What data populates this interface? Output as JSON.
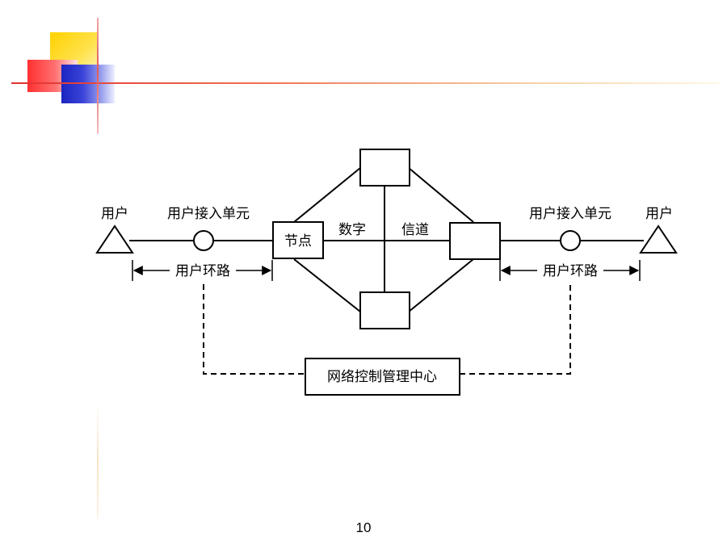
{
  "diagram": {
    "user_left": "用户",
    "user_right": "用户",
    "access_unit_left": "用户接入单元",
    "access_unit_right": "用户接入单元",
    "node_label": "节点",
    "channel_word_1": "数字",
    "channel_word_2": "信道",
    "loop_left": "用户环路",
    "loop_right": "用户环路",
    "management_center": "网络控制管理中心"
  },
  "slide": {
    "page_number": "10",
    "colors": {
      "yellow": "#ffd200",
      "red": "#ff3030",
      "blue": "#1a24c0"
    }
  }
}
